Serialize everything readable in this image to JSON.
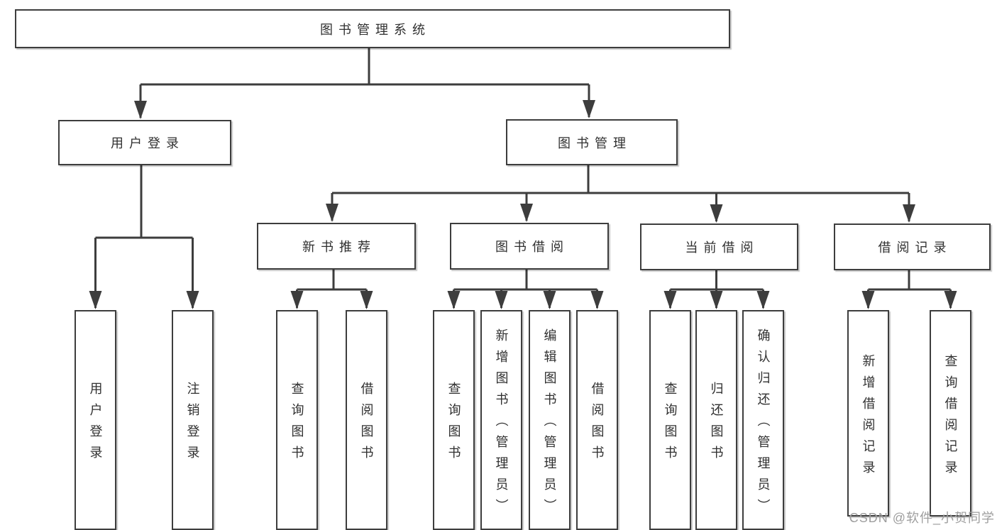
{
  "tree": {
    "label": "图书管理系统",
    "children": [
      {
        "label": "用户登录",
        "children": [
          {
            "label": "用户登录"
          },
          {
            "label": "注销登录"
          }
        ]
      },
      {
        "label": "图书管理",
        "children": [
          {
            "label": "新书推荐",
            "children": [
              {
                "label": "查询图书"
              },
              {
                "label": "借阅图书"
              }
            ]
          },
          {
            "label": "图书借阅",
            "children": [
              {
                "label": "查询图书"
              },
              {
                "label": "新增图书（管理员）"
              },
              {
                "label": "编辑图书（管理员）"
              },
              {
                "label": "借阅图书"
              }
            ]
          },
          {
            "label": "当前借阅",
            "children": [
              {
                "label": "查询图书"
              },
              {
                "label": "归还图书"
              },
              {
                "label": "确认归还（管理员）"
              }
            ]
          },
          {
            "label": "借阅记录",
            "children": [
              {
                "label": "新增借阅记录"
              },
              {
                "label": "查询借阅记录"
              }
            ]
          }
        ]
      }
    ]
  },
  "watermark": "CSDN @软件_小贺同学",
  "colors": {
    "line": "#3d3d3d",
    "text": "#303030",
    "watermark": "#9e9e9e",
    "background": "#ffffff"
  }
}
